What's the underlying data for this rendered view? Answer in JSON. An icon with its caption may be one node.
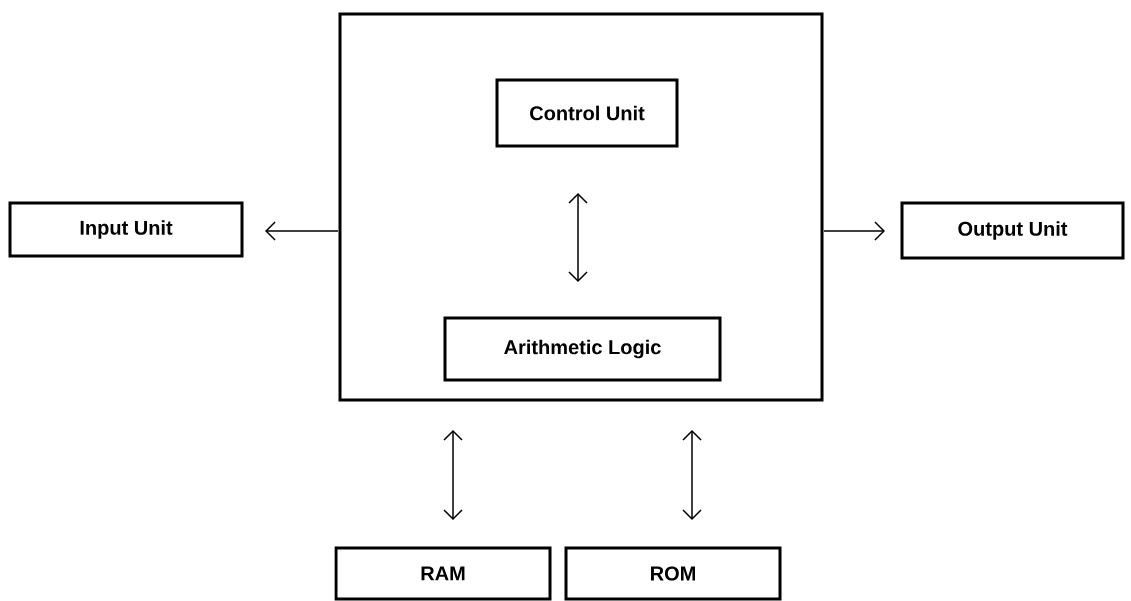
{
  "diagram": {
    "nodes": [
      {
        "text": [],
        "shape": "box"
      },
      {
        "text": [
          "Control Unit"
        ],
        "in": 0
      },
      {
        "text": [
          "Input Unit"
        ]
      },
      {
        "text": [
          "Output Unit"
        ]
      },
      {
        "text": [
          "Arithmetic Logic"
        ],
        "in": 0
      },
      {
        "text": [
          "RAM"
        ]
      },
      {
        "text": [
          "ROM"
        ]
      }
    ],
    "edges": [
      {
        "from": 0,
        "to": 2,
        "arrow": "to"
      },
      {
        "from": 0,
        "to": 3,
        "arrow": "to"
      },
      {
        "from": 1,
        "to": 4,
        "arrow": "both"
      },
      {
        "from": 0,
        "to": 5,
        "arrow": "both"
      },
      {
        "from": 0,
        "to": 6,
        "arrow": "both"
      }
    ]
  }
}
